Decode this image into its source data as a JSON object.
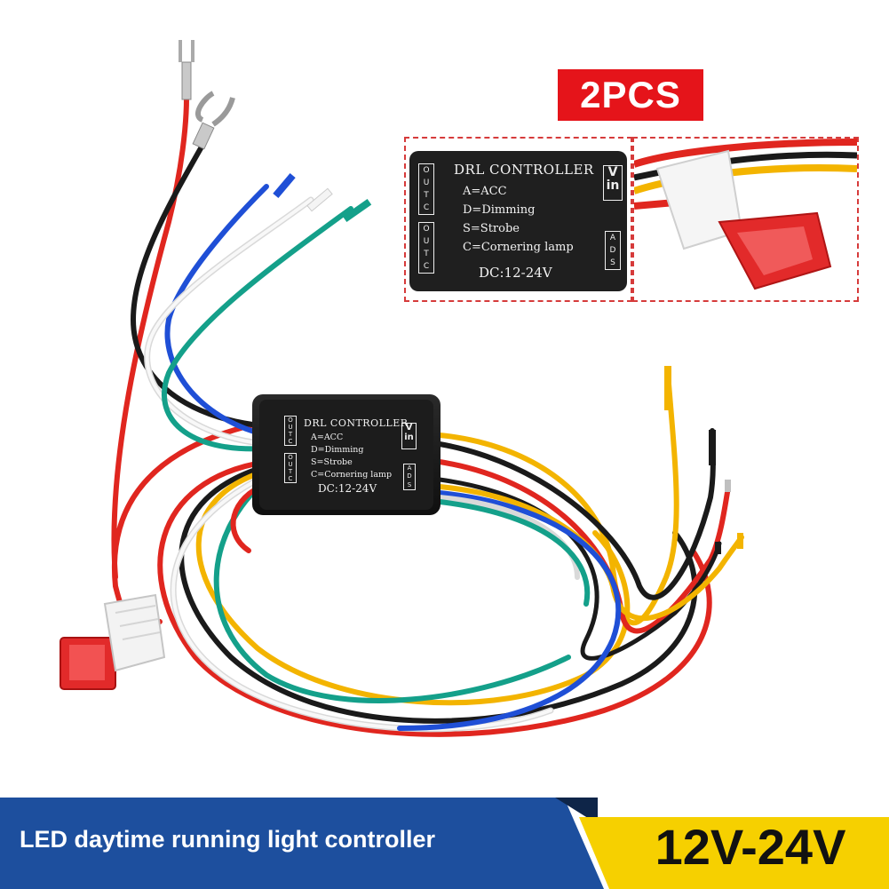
{
  "badge": {
    "text": "2PCS"
  },
  "controller": {
    "title": "DRL CONTROLLER",
    "lines": [
      "A=ACC",
      "D=Dimming",
      "S=Strobe",
      "C=Cornering lamp"
    ],
    "power": "DC:12-24V",
    "out_pin_letters": [
      "O",
      "U",
      "T",
      "C"
    ],
    "vin_letters": [
      "V",
      "in"
    ],
    "ads_letters": [
      "A",
      "D",
      "S"
    ]
  },
  "banner": {
    "caption": "LED daytime running light controller",
    "voltage": "12V-24V"
  },
  "colors": {
    "badge_red": "#e5141a",
    "banner_blue": "#1d4f9e",
    "banner_yellow": "#f6d000",
    "wire_red": "#e0261f",
    "wire_black": "#1a1a1a",
    "wire_yellow": "#f3b400",
    "wire_blue": "#1f4fd6",
    "wire_teal": "#14a08a",
    "wire_white": "#f4f4f4",
    "fuse_red": "#e22a2a"
  },
  "icons": [
    "spade-terminal-icon",
    "fuse-icon",
    "controller-box-icon"
  ]
}
